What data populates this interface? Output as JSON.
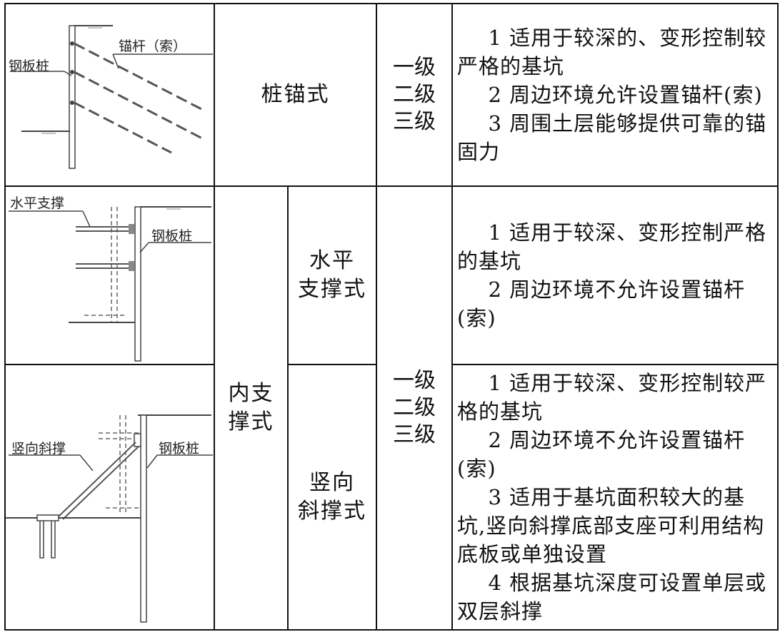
{
  "rows": {
    "pile_anchor": {
      "figure": {
        "label_pile": "钢板桩",
        "label_anchor": "锚杆（索）"
      },
      "name": "桩锚式",
      "grades": [
        "一级",
        "二级",
        "三级"
      ],
      "desc": [
        "1 适用于较深的、变形控制较严格的基坑",
        "2 周边环境允许设置锚杆(索)",
        "3 周围土层能够提供可靠的锚固力"
      ]
    },
    "inner_support": {
      "name_line1": "内支",
      "name_line2": "撑式",
      "grades": [
        "一级",
        "二级",
        "三级"
      ],
      "horizontal": {
        "figure": {
          "label_support": "水平支撑",
          "label_pile": "钢板桩"
        },
        "name_line1": "水平",
        "name_line2": "支撑式",
        "desc": [
          "1 适用于较深、变形控制严格的基坑",
          "2 周边环境不允许设置锚杆(索)"
        ]
      },
      "vertical": {
        "figure": {
          "label_brace": "竖向斜撑",
          "label_pile": "钢板桩"
        },
        "name_line1": "竖向",
        "name_line2": "斜撑式",
        "desc": [
          "1 适用于较深、变形控制较严格的基坑",
          "2 周边环境不允许设置锚杆(索)",
          "3 适用于基坑面积较大的基坑,竖向斜撑底部支座可利用结构底板或单独设置",
          "4 根据基坑深度可设置单层或双层斜撑"
        ]
      }
    }
  }
}
